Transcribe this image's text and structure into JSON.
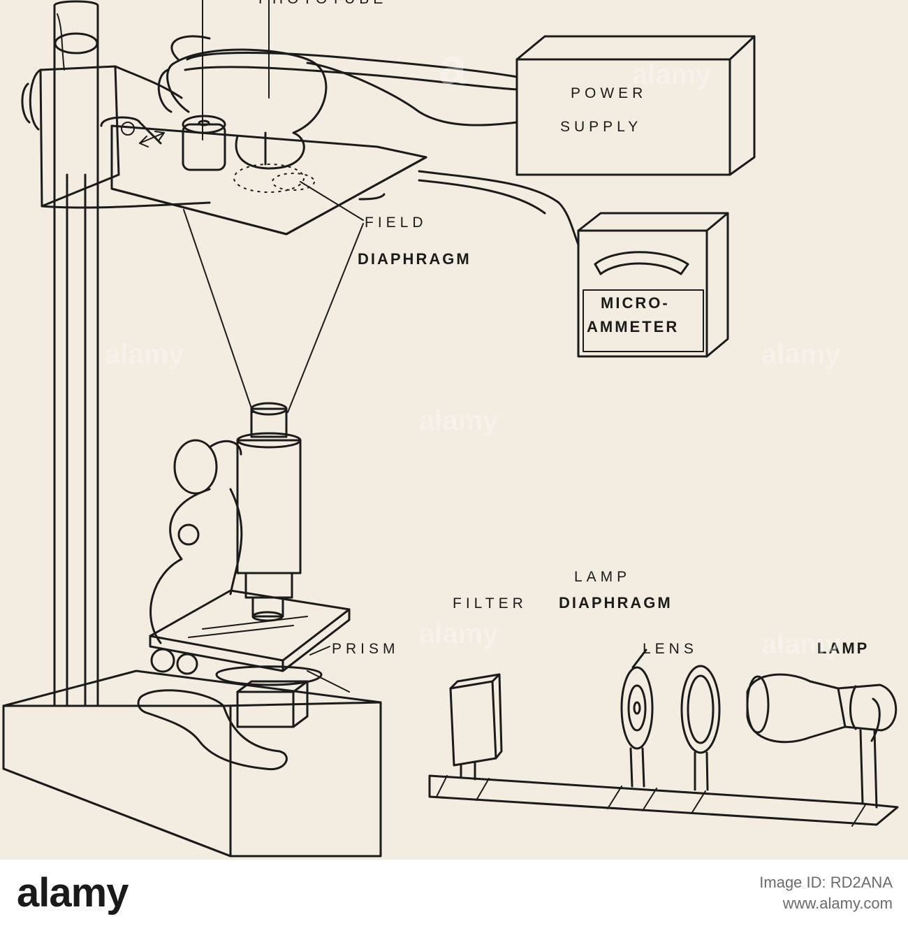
{
  "diagram": {
    "labels": {
      "phototube": "PHOTOTUBE",
      "power_supply_1": "POWER",
      "power_supply_2": "SUPPLY",
      "field_diaphragm_1": "FIELD",
      "field_diaphragm_2": "DIAPHRAGM",
      "microammeter_1": "MICRO-",
      "microammeter_2": "AMMETER",
      "lamp_diaphragm_1": "LAMP",
      "lamp_diaphragm_2": "DIAPHRAGM",
      "filter": "FILTER",
      "prism": "PRISM",
      "lens": "LENS",
      "lamp": "LAMP"
    },
    "colors": {
      "paper": "#f2ece1",
      "ink": "#1b1b1b"
    }
  },
  "watermark": {
    "letter": "a",
    "word": "alamy"
  },
  "footer": {
    "brand": "alamy",
    "image_id": "Image ID: RD2ANA",
    "url": "www.alamy.com"
  }
}
